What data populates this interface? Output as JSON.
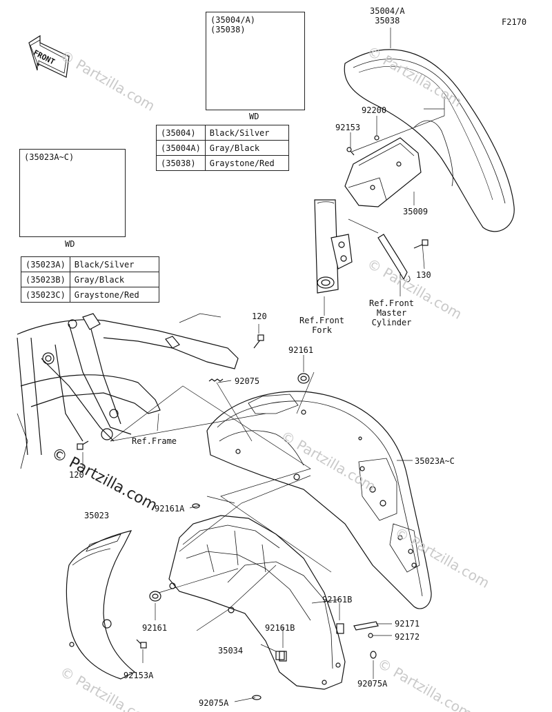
{
  "diagram_id": "F2170",
  "front_label": "FRONT",
  "watermark": "© Partzilla.com",
  "front_fender_insert": {
    "title": "(35004/A)\n(35038)",
    "caption": "WD"
  },
  "front_fender_table": [
    {
      "code": "(35004)",
      "color": "Black/Silver"
    },
    {
      "code": "(35004A)",
      "color": "Gray/Black"
    },
    {
      "code": "(35038)",
      "color": "Graystone/Red"
    }
  ],
  "rear_fender_insert": {
    "title": "(35023A~C)",
    "caption": "WD"
  },
  "rear_fender_table": [
    {
      "code": "(35023A)",
      "color": "Black/Silver"
    },
    {
      "code": "(35023B)",
      "color": "Gray/Black"
    },
    {
      "code": "(35023C)",
      "color": "Graystone/Red"
    }
  ],
  "labels": {
    "p35004": "35004/A\n35038",
    "p92200": "92200",
    "p92153": "92153",
    "p35009": "35009",
    "p130": "130",
    "ref_fork": "Ref.Front\nFork",
    "ref_master": "Ref.Front\nMaster\nCylinder",
    "p120_top": "120",
    "p92161_top": "92161",
    "p92075": "92075",
    "ref_frame": "Ref.Frame",
    "p120_left": "120",
    "p35023ac": "35023A~C",
    "p35023": "35023",
    "p92161a": "92161A",
    "p92161_bottom": "92161",
    "p92153a": "92153A",
    "p92161b_right": "92161B",
    "p92161b_mid": "92161B",
    "p35034": "35034",
    "p92171": "92171",
    "p92172": "92172",
    "p92075a_right": "92075A",
    "p92075a_left": "92075A"
  }
}
